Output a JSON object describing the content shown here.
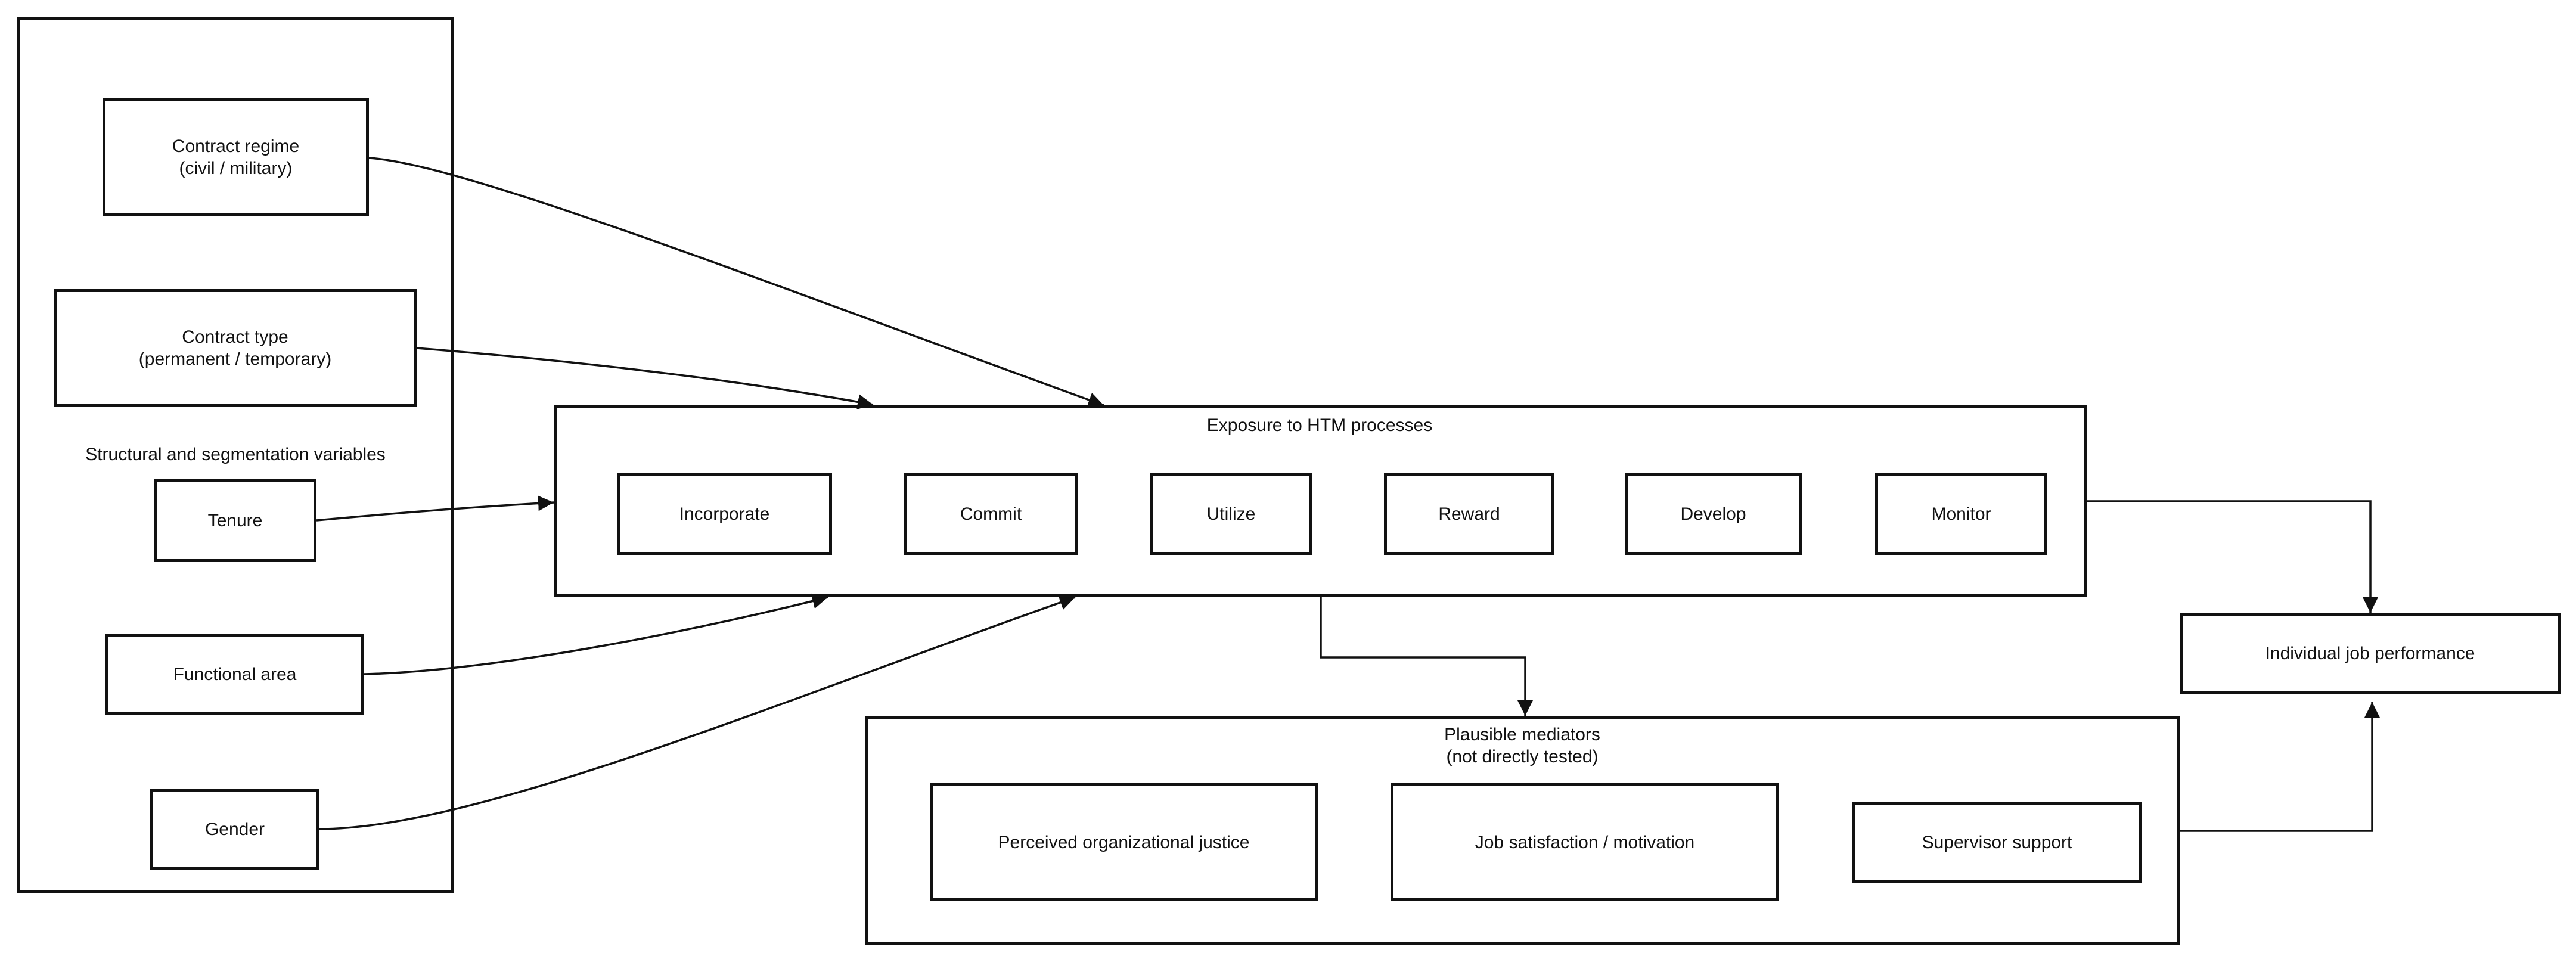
{
  "structural_group": {
    "title": "Structural and segmentation variables",
    "nodes": {
      "contract_regime": "Contract regime\n(civil / military)",
      "contract_type": "Contract type\n(permanent / temporary)",
      "tenure": "Tenure",
      "functional_area": "Functional area",
      "gender": "Gender"
    }
  },
  "htm_group": {
    "title": "Exposure to HTM processes",
    "processes": [
      "Incorporate",
      "Commit",
      "Utilize",
      "Reward",
      "Develop",
      "Monitor"
    ]
  },
  "mediators_group": {
    "title": "Plausible mediators\n(not directly tested)",
    "nodes": {
      "justice": "Perceived organizational justice",
      "satisfaction": "Job satisfaction / motivation",
      "support": "Supervisor support"
    }
  },
  "outcome": {
    "label": "Individual job performance"
  }
}
